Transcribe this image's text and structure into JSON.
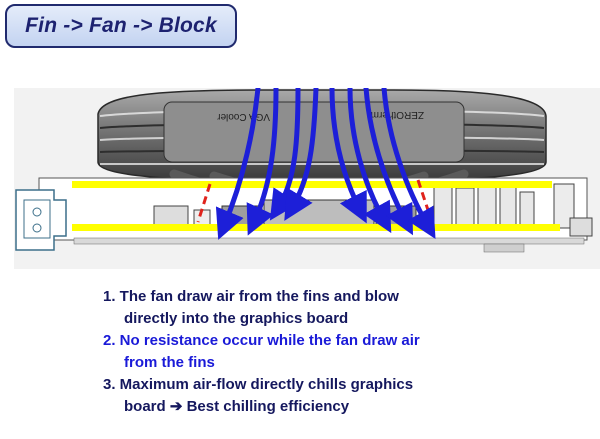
{
  "title": "Fin -> Fan -> Block",
  "cooler_brand_text": "ZEROtherm",
  "cooler_product_text": "VGA Cooler",
  "notes": [
    {
      "line1": "1. The fan draw air from the fins and blow",
      "line2": "directly into the graphics board",
      "color": "#15185e"
    },
    {
      "line1": "2. No resistance occur while the fan draw air",
      "line2": "from the fins",
      "color": "#1a1ad8"
    },
    {
      "line1": "3. Maximum air-flow directly chills graphics",
      "line2": "board ➔ Best chilling efficiency",
      "color": "#15185e"
    }
  ],
  "colors": {
    "airflow_arrow": "#1d1fd8",
    "board_highlight": "#ffff00",
    "edge_marker": "#e0231c"
  }
}
